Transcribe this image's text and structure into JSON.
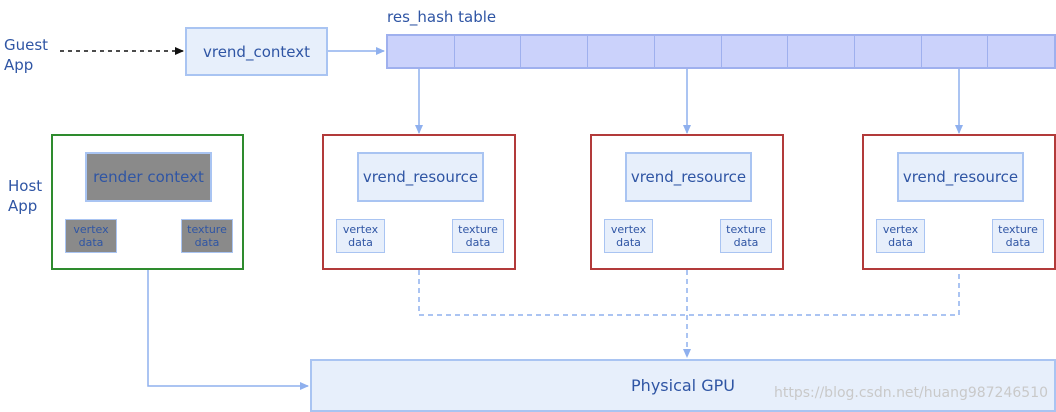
{
  "labels": {
    "guest_app": [
      "Guest",
      "App"
    ],
    "host_app": [
      "Host",
      "App"
    ],
    "res_hash_table": "res_hash table"
  },
  "nodes": {
    "vrend_context": "vrend_context",
    "render_context": "render context",
    "render_vertex": [
      "vertex",
      "data"
    ],
    "render_texture": [
      "texture",
      "data"
    ],
    "physical_gpu": "Physical GPU"
  },
  "resources": [
    {
      "title": "vrend_resource",
      "vertex": [
        "vertex",
        "data"
      ],
      "texture": [
        "texture",
        "data"
      ]
    },
    {
      "title": "vrend_resource",
      "vertex": [
        "vertex",
        "data"
      ],
      "texture": [
        "texture",
        "data"
      ]
    },
    {
      "title": "vrend_resource",
      "vertex": [
        "vertex",
        "data"
      ],
      "texture": [
        "texture",
        "data"
      ]
    }
  ],
  "hash_cells": 10,
  "watermark": "https://blog.csdn.net/huang987246510",
  "colors": {
    "text": "#2f55a4",
    "node_fill": "#e7effb",
    "node_border": "#a9c4f2",
    "hash_fill": "#cbd2fb",
    "host_border": "#2e8b2e",
    "resource_border": "#b23a3a",
    "grey_fill": "#8a8a8a",
    "arrow": "#8fb0ee"
  }
}
